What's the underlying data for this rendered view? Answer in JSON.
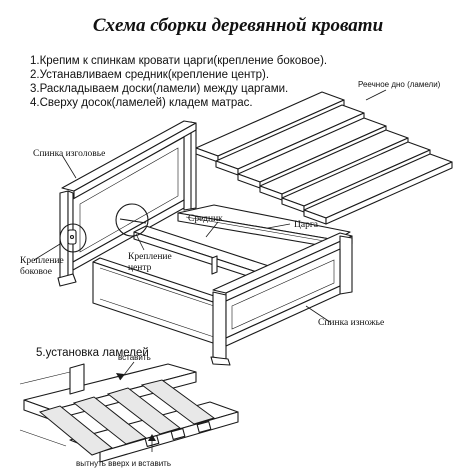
{
  "title": "Схема сборки деревянной кровати",
  "steps": [
    "1.Крепим к спинкам кровати царги(крепление боковое).",
    "2.Устанавливаем средник(крепление центр).",
    "3.Раскладываем доски(ламели) между царгами.",
    "4.Сверху досок(ламелей) кладем матрас."
  ],
  "labels": {
    "slats": "Реечное дно (ламели)",
    "headboard": "Спинка изголовье",
    "center_beam": "Средник",
    "side_rail": "Царга",
    "side_mount_line1": "Крепление",
    "side_mount_line2": "боковое",
    "center_mount_line1": "Крепление",
    "center_mount_line2": "центр",
    "footboard": "Спинка изножье"
  },
  "inset": {
    "title": "5.установка ламелей",
    "insert": "вставить",
    "pull_insert": "вытнуть вверх и вставить"
  }
}
